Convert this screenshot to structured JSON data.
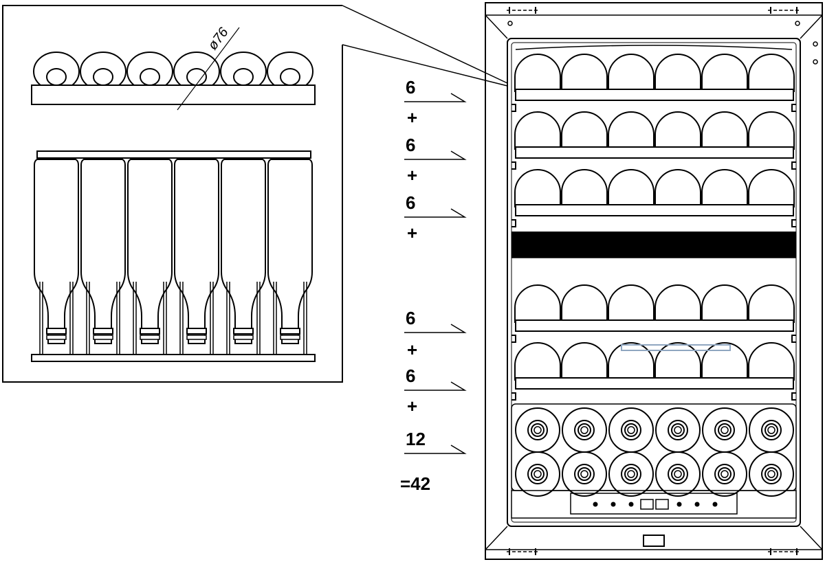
{
  "detail": {
    "diameter_label": "ø76"
  },
  "capacity": {
    "steps": [
      {
        "count": "6",
        "op": "+"
      },
      {
        "count": "6",
        "op": "+"
      },
      {
        "count": "6",
        "op": "+"
      },
      {
        "count": "6",
        "op": "+"
      },
      {
        "count": "6",
        "op": "+"
      },
      {
        "count": "12",
        "op": ""
      }
    ],
    "total": "=42"
  },
  "colors": {
    "line": "#000000",
    "highlight": "#8fa6c0"
  }
}
